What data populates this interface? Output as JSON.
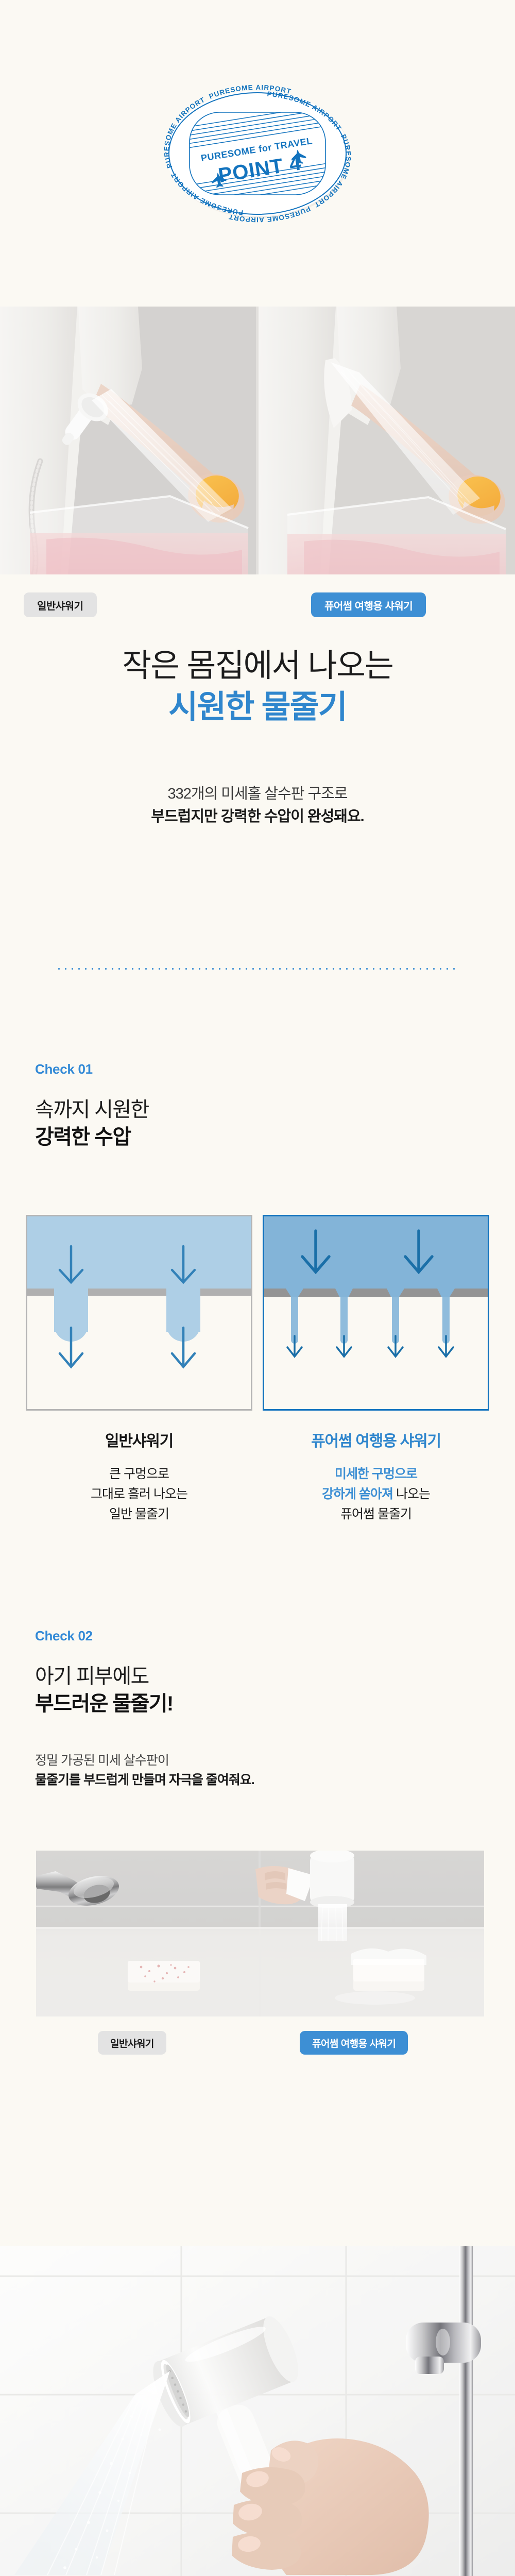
{
  "stamp": {
    "outer_ring_text": "PURESOME AIRPORT",
    "line1": "PURESOME for TRAVEL",
    "line2": "POINT 4",
    "plane_icon": "airplane-icon",
    "color": "#1273be"
  },
  "photo1": {
    "alt": "two side-by-side photos of a person rinsing an orange under a shower stream over a clear basin",
    "divider_x_pct": 50
  },
  "badges_top": {
    "left": "일반샤워기",
    "right": "퓨어썸 여행용 샤워기"
  },
  "headline": {
    "line1": "작은 몸집에서 나오는",
    "line2": "시원한 물줄기"
  },
  "subhead": {
    "line1": "332개의 미세홀 살수판 구조로",
    "line2": "부드럽지만 강력한 수압이 완성돼요."
  },
  "check01": {
    "label": "Check 01",
    "title_line1": "속까지 시원한",
    "title_line2": "강력한 수압"
  },
  "diagram": {
    "left": {
      "hole_count": 2,
      "hole_type": "large",
      "water_color": "#aecfe6",
      "plate_color": "#b0b0b0",
      "border_color": "#b4b4b4",
      "arrow_color": "#3281b8"
    },
    "right": {
      "hole_count": 4,
      "hole_type": "fine",
      "water_color": "#83b4d8",
      "plate_color": "#949494",
      "border_color": "#1273be",
      "arrow_color": "#1a6fa8"
    }
  },
  "captions": {
    "left": {
      "title": "일반샤워기",
      "line1": "큰 구멍으로",
      "line2": "그대로 흘러 나오는",
      "line3": "일반 물줄기"
    },
    "right": {
      "title": "퓨어썸 여행용 샤워기",
      "line1": "미세한 구멍으로",
      "line2_hl": "강하게 쏟아져",
      "line2_rest": " 나오는",
      "line3": "퓨어썸 물줄기"
    }
  },
  "check02": {
    "label": "Check 02",
    "title_line1": "아기 피부에도",
    "title_line2": "부드러운 물줄기!",
    "desc_line1": "정밀 가공된 미세 살수판이",
    "desc_line2": "물줄기를 부드럽게 만들며 자극을 줄여줘요."
  },
  "photo2": {
    "alt": "side-by-side bathroom comparison: chrome shower head over a stained soap block versus the white travel shower rinsing a clean soap block"
  },
  "badges_bottom": {
    "left": "일반샤워기",
    "right": "퓨어썸 여행용 샤워기"
  },
  "photo3": {
    "alt": "hand holding the white Puresome travel shower head spraying water against white tile with chrome shower rail"
  },
  "colors": {
    "page_background": "#fbf9f3",
    "brand_blue": "#3d8fd4",
    "deep_blue": "#1273be",
    "badge_grey": "#e3e3e3",
    "text_dark": "#1a1a1a"
  }
}
